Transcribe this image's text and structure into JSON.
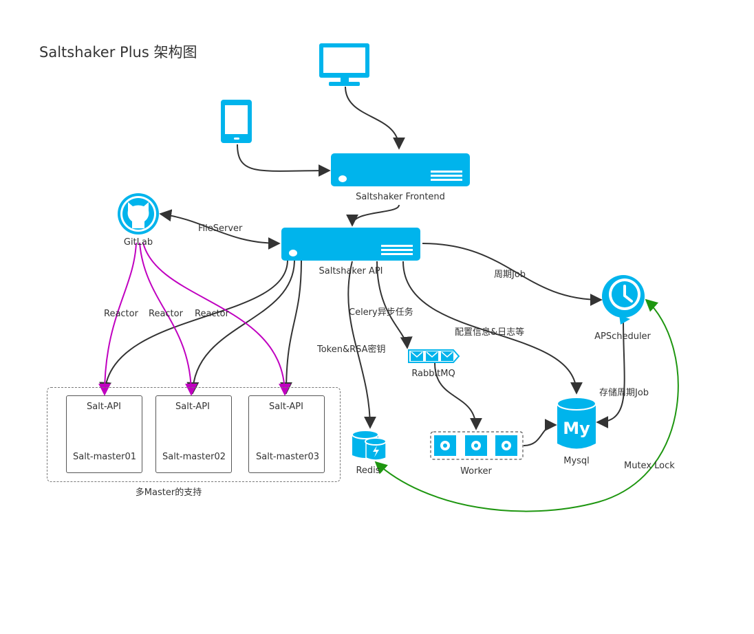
{
  "title": "Saltshaker Plus 架构图",
  "nodes": {
    "frontend": "Saltshaker Frontend",
    "api": "Saltshaker API",
    "gitlab": "GitLab",
    "apscheduler": "APScheduler",
    "rabbitmq": "RabbitMQ",
    "redis": "Redis",
    "worker": "Worker",
    "mysql": "Mysql",
    "mysql_logo": "My"
  },
  "masters": [
    {
      "api": "Salt-API",
      "name": "Salt-master01"
    },
    {
      "api": "Salt-API",
      "name": "Salt-master02"
    },
    {
      "api": "Salt-API",
      "name": "Salt-master03"
    }
  ],
  "group_label": "多Master的支持",
  "edges": {
    "fileserver": "FileServer",
    "reactor": "Reactor",
    "periodic_job": "周期Job",
    "celery": "Celery异步任务",
    "token": "Token&RSA密钥",
    "config": "配置信息&日志等",
    "store_job": "存储周期Job",
    "mutex": "Mutex Lock"
  },
  "colors": {
    "primary": "#00b4ec",
    "arrow_dark": "#333333",
    "reactor": "#c000c0",
    "mutex": "#1e9610"
  }
}
